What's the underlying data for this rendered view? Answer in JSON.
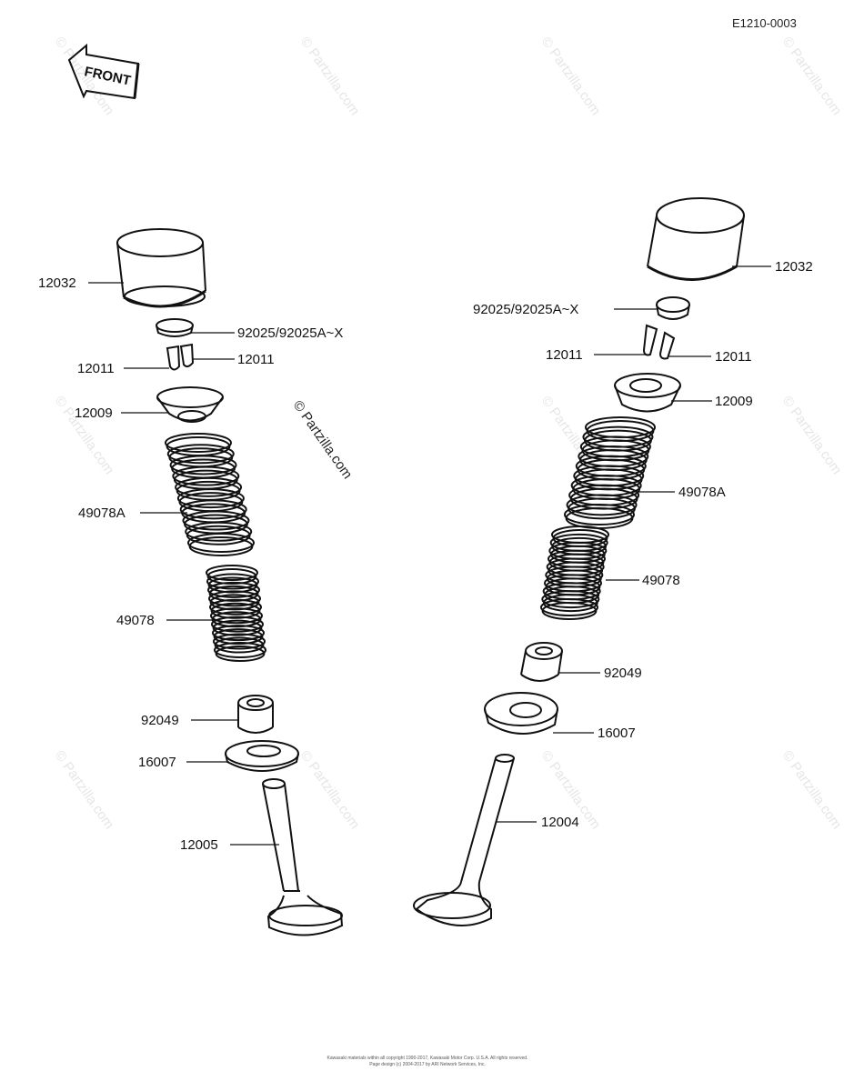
{
  "diagram_code": "E1210-0003",
  "front_label": "FRONT",
  "watermark_text": "© Partzilla.com",
  "footer_lines": [
    "Kawasaki materials within all copyright 1990-2017, Kawasaki Motor Corp. U.S.A. All rights reserved.",
    "Page design (c) 2004-2017 by ARI Network Services, Inc."
  ],
  "parts": {
    "left_bucket": "12032",
    "left_shim": "92025/92025A~X",
    "left_keeper_a": "12011",
    "left_keeper_b": "12011",
    "left_retainer": "12009",
    "left_outer_spring": "49078A",
    "left_inner_spring": "49078",
    "left_seal": "92049",
    "left_seat": "16007",
    "left_valve": "12005",
    "right_bucket": "12032",
    "right_shim": "92025/92025A~X",
    "right_keeper_a": "12011",
    "right_keeper_b": "12011",
    "right_retainer": "12009",
    "right_outer_spring": "49078A",
    "right_inner_spring": "49078",
    "right_seal": "92049",
    "right_seat": "16007",
    "right_valve": "12004"
  }
}
